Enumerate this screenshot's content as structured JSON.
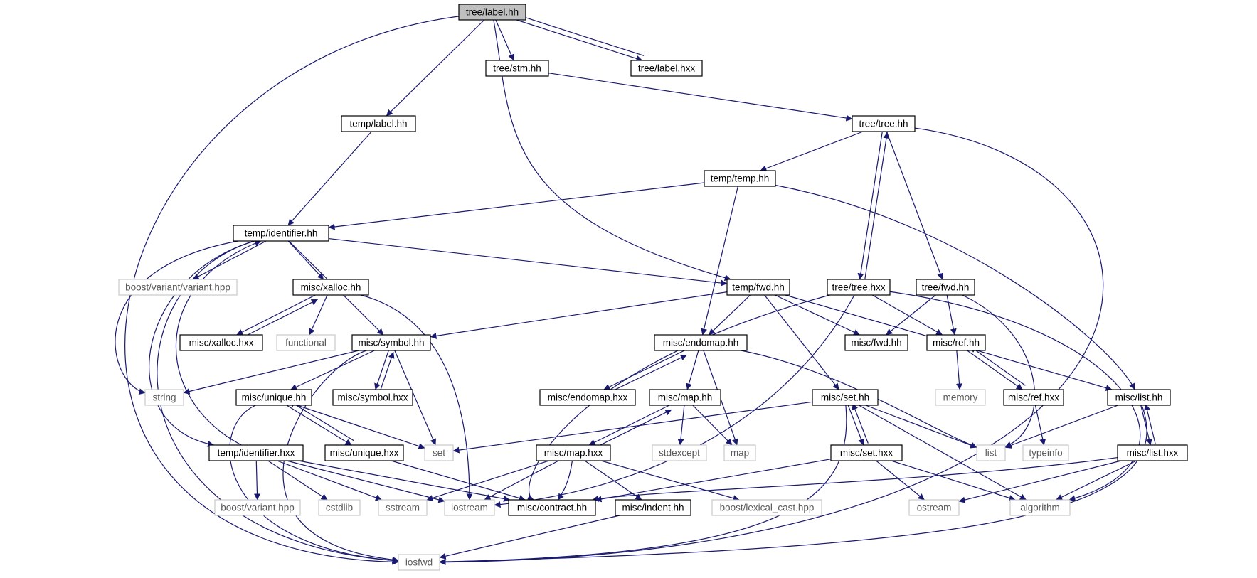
{
  "colors": {
    "edge": "#191970",
    "root_fill": "#bfbfbf",
    "internal_border": "#000000",
    "external_border": "#bfbfbf",
    "external_text": "#595959"
  },
  "nodes": [
    {
      "id": "tree_label_hh",
      "label": "tree/label.hh",
      "kind": "root"
    },
    {
      "id": "tree_stm_hh",
      "label": "tree/stm.hh",
      "kind": "internal"
    },
    {
      "id": "tree_label_hxx",
      "label": "tree/label.hxx",
      "kind": "internal"
    },
    {
      "id": "temp_label_hh",
      "label": "temp/label.hh",
      "kind": "internal"
    },
    {
      "id": "tree_tree_hh",
      "label": "tree/tree.hh",
      "kind": "internal"
    },
    {
      "id": "temp_temp_hh",
      "label": "temp/temp.hh",
      "kind": "internal"
    },
    {
      "id": "temp_identifier_hh",
      "label": "temp/identifier.hh",
      "kind": "internal"
    },
    {
      "id": "boost_variant_variant_hpp",
      "label": "boost/variant/variant.hpp",
      "kind": "external"
    },
    {
      "id": "misc_xalloc_hh",
      "label": "misc/xalloc.hh",
      "kind": "internal"
    },
    {
      "id": "temp_fwd_hh",
      "label": "temp/fwd.hh",
      "kind": "internal"
    },
    {
      "id": "tree_tree_hxx",
      "label": "tree/tree.hxx",
      "kind": "internal"
    },
    {
      "id": "tree_fwd_hh",
      "label": "tree/fwd.hh",
      "kind": "internal"
    },
    {
      "id": "misc_xalloc_hxx",
      "label": "misc/xalloc.hxx",
      "kind": "internal"
    },
    {
      "id": "functional",
      "label": "functional",
      "kind": "external"
    },
    {
      "id": "misc_symbol_hh",
      "label": "misc/symbol.hh",
      "kind": "internal"
    },
    {
      "id": "misc_endomap_hh",
      "label": "misc/endomap.hh",
      "kind": "internal"
    },
    {
      "id": "misc_fwd_hh",
      "label": "misc/fwd.hh",
      "kind": "internal"
    },
    {
      "id": "misc_ref_hh",
      "label": "misc/ref.hh",
      "kind": "internal"
    },
    {
      "id": "string",
      "label": "string",
      "kind": "external"
    },
    {
      "id": "misc_unique_hh",
      "label": "misc/unique.hh",
      "kind": "internal"
    },
    {
      "id": "misc_symbol_hxx",
      "label": "misc/symbol.hxx",
      "kind": "internal"
    },
    {
      "id": "misc_endomap_hxx",
      "label": "misc/endomap.hxx",
      "kind": "internal"
    },
    {
      "id": "misc_map_hh",
      "label": "misc/map.hh",
      "kind": "internal"
    },
    {
      "id": "misc_set_hh",
      "label": "misc/set.hh",
      "kind": "internal"
    },
    {
      "id": "memory",
      "label": "memory",
      "kind": "external"
    },
    {
      "id": "misc_ref_hxx",
      "label": "misc/ref.hxx",
      "kind": "internal"
    },
    {
      "id": "misc_list_hh",
      "label": "misc/list.hh",
      "kind": "internal"
    },
    {
      "id": "temp_identifier_hxx",
      "label": "temp/identifier.hxx",
      "kind": "internal"
    },
    {
      "id": "misc_unique_hxx",
      "label": "misc/unique.hxx",
      "kind": "internal"
    },
    {
      "id": "set",
      "label": "set",
      "kind": "external"
    },
    {
      "id": "misc_map_hxx",
      "label": "misc/map.hxx",
      "kind": "internal"
    },
    {
      "id": "stdexcept",
      "label": "stdexcept",
      "kind": "external"
    },
    {
      "id": "map",
      "label": "map",
      "kind": "external"
    },
    {
      "id": "misc_set_hxx",
      "label": "misc/set.hxx",
      "kind": "internal"
    },
    {
      "id": "list",
      "label": "list",
      "kind": "external"
    },
    {
      "id": "typeinfo",
      "label": "typeinfo",
      "kind": "external"
    },
    {
      "id": "misc_list_hxx",
      "label": "misc/list.hxx",
      "kind": "internal"
    },
    {
      "id": "boost_variant_hpp",
      "label": "boost/variant.hpp",
      "kind": "external"
    },
    {
      "id": "cstdlib",
      "label": "cstdlib",
      "kind": "external"
    },
    {
      "id": "sstream",
      "label": "sstream",
      "kind": "external"
    },
    {
      "id": "iostream",
      "label": "iostream",
      "kind": "external"
    },
    {
      "id": "misc_contract_hh",
      "label": "misc/contract.hh",
      "kind": "internal"
    },
    {
      "id": "misc_indent_hh",
      "label": "misc/indent.hh",
      "kind": "internal"
    },
    {
      "id": "boost_lexical_cast_hpp",
      "label": "boost/lexical_cast.hpp",
      "kind": "external"
    },
    {
      "id": "ostream",
      "label": "ostream",
      "kind": "external"
    },
    {
      "id": "algorithm",
      "label": "algorithm",
      "kind": "external"
    },
    {
      "id": "iosfwd",
      "label": "iosfwd",
      "kind": "external"
    }
  ],
  "edges": [
    [
      "tree_label_hh",
      "iosfwd"
    ],
    [
      "tree_label_hh",
      "temp_label_hh"
    ],
    [
      "tree_label_hh",
      "temp_fwd_hh"
    ],
    [
      "tree_label_hh",
      "tree_stm_hh"
    ],
    [
      "tree_label_hh",
      "tree_label_hxx"
    ],
    [
      "tree_label_hxx",
      "tree_label_hh"
    ],
    [
      "tree_stm_hh",
      "tree_tree_hh"
    ],
    [
      "temp_label_hh",
      "temp_identifier_hh"
    ],
    [
      "tree_tree_hh",
      "temp_temp_hh"
    ],
    [
      "tree_tree_hh",
      "tree_tree_hxx"
    ],
    [
      "tree_tree_hh",
      "tree_fwd_hh"
    ],
    [
      "tree_tree_hh",
      "iosfwd"
    ],
    [
      "tree_tree_hxx",
      "tree_tree_hh"
    ],
    [
      "temp_temp_hh",
      "temp_identifier_hh"
    ],
    [
      "temp_temp_hh",
      "misc_endomap_hh"
    ],
    [
      "temp_temp_hh",
      "misc_list_hh"
    ],
    [
      "temp_identifier_hh",
      "boost_variant_variant_hpp"
    ],
    [
      "temp_identifier_hh",
      "misc_xalloc_hh"
    ],
    [
      "temp_identifier_hh",
      "misc_symbol_hh"
    ],
    [
      "temp_identifier_hh",
      "temp_fwd_hh"
    ],
    [
      "temp_identifier_hh",
      "string"
    ],
    [
      "temp_identifier_hh",
      "iosfwd"
    ],
    [
      "temp_identifier_hh",
      "temp_identifier_hxx"
    ],
    [
      "temp_identifier_hxx",
      "temp_identifier_hh"
    ],
    [
      "misc_xalloc_hh",
      "misc_xalloc_hxx"
    ],
    [
      "misc_xalloc_hxx",
      "misc_xalloc_hh"
    ],
    [
      "misc_xalloc_hh",
      "functional"
    ],
    [
      "misc_xalloc_hh",
      "iostream"
    ],
    [
      "temp_fwd_hh",
      "misc_symbol_hh"
    ],
    [
      "temp_fwd_hh",
      "misc_endomap_hh"
    ],
    [
      "temp_fwd_hh",
      "misc_fwd_hh"
    ],
    [
      "temp_fwd_hh",
      "misc_set_hh"
    ],
    [
      "temp_fwd_hh",
      "misc_list_hh"
    ],
    [
      "tree_tree_hxx",
      "misc_contract_hh"
    ],
    [
      "tree_tree_hxx",
      "iostream"
    ],
    [
      "tree_tree_hxx",
      "misc_ref_hh"
    ],
    [
      "tree_tree_hxx",
      "algorithm"
    ],
    [
      "tree_fwd_hh",
      "misc_fwd_hh"
    ],
    [
      "tree_fwd_hh",
      "misc_ref_hh"
    ],
    [
      "tree_fwd_hh",
      "list"
    ],
    [
      "misc_symbol_hh",
      "string"
    ],
    [
      "misc_symbol_hh",
      "misc_unique_hh"
    ],
    [
      "misc_symbol_hh",
      "misc_symbol_hxx"
    ],
    [
      "misc_symbol_hxx",
      "misc_symbol_hh"
    ],
    [
      "misc_symbol_hh",
      "set"
    ],
    [
      "misc_symbol_hh",
      "iosfwd"
    ],
    [
      "misc_endomap_hh",
      "misc_endomap_hxx"
    ],
    [
      "misc_endomap_hxx",
      "misc_endomap_hh"
    ],
    [
      "misc_endomap_hh",
      "misc_map_hh"
    ],
    [
      "misc_endomap_hh",
      "map"
    ],
    [
      "misc_endomap_hh",
      "list"
    ],
    [
      "misc_ref_hh",
      "memory"
    ],
    [
      "misc_ref_hh",
      "misc_ref_hxx"
    ],
    [
      "misc_ref_hxx",
      "misc_ref_hh"
    ],
    [
      "misc_ref_hxx",
      "typeinfo"
    ],
    [
      "misc_unique_hh",
      "set"
    ],
    [
      "misc_unique_hh",
      "misc_unique_hxx"
    ],
    [
      "misc_unique_hxx",
      "misc_unique_hh"
    ],
    [
      "misc_unique_hh",
      "iosfwd"
    ],
    [
      "misc_unique_hxx",
      "misc_contract_hh"
    ],
    [
      "misc_map_hh",
      "misc_map_hxx"
    ],
    [
      "misc_map_hxx",
      "misc_map_hh"
    ],
    [
      "misc_map_hh",
      "stdexcept"
    ],
    [
      "misc_map_hh",
      "map"
    ],
    [
      "misc_map_hxx",
      "sstream"
    ],
    [
      "misc_map_hxx",
      "iostream"
    ],
    [
      "misc_map_hxx",
      "misc_contract_hh"
    ],
    [
      "misc_map_hxx",
      "misc_indent_hh"
    ],
    [
      "misc_map_hxx",
      "boost_lexical_cast_hpp"
    ],
    [
      "misc_set_hh",
      "set"
    ],
    [
      "misc_set_hh",
      "list"
    ],
    [
      "misc_set_hh",
      "misc_set_hxx"
    ],
    [
      "misc_set_hxx",
      "misc_set_hh"
    ],
    [
      "misc_set_hh",
      "algorithm"
    ],
    [
      "misc_set_hh",
      "iosfwd"
    ],
    [
      "misc_set_hxx",
      "misc_contract_hh"
    ],
    [
      "misc_set_hxx",
      "ostream"
    ],
    [
      "misc_set_hxx",
      "algorithm"
    ],
    [
      "misc_list_hh",
      "list"
    ],
    [
      "misc_list_hh",
      "misc_list_hxx"
    ],
    [
      "misc_list_hxx",
      "misc_list_hh"
    ],
    [
      "misc_list_hh",
      "iosfwd"
    ],
    [
      "misc_list_hxx",
      "misc_contract_hh"
    ],
    [
      "misc_list_hxx",
      "ostream"
    ],
    [
      "misc_list_hxx",
      "algorithm"
    ],
    [
      "temp_identifier_hxx",
      "boost_variant_hpp"
    ],
    [
      "temp_identifier_hxx",
      "cstdlib"
    ],
    [
      "temp_identifier_hxx",
      "sstream"
    ],
    [
      "temp_identifier_hxx",
      "iostream"
    ],
    [
      "temp_identifier_hxx",
      "misc_contract_hh"
    ],
    [
      "misc_indent_hh",
      "iosfwd"
    ]
  ]
}
